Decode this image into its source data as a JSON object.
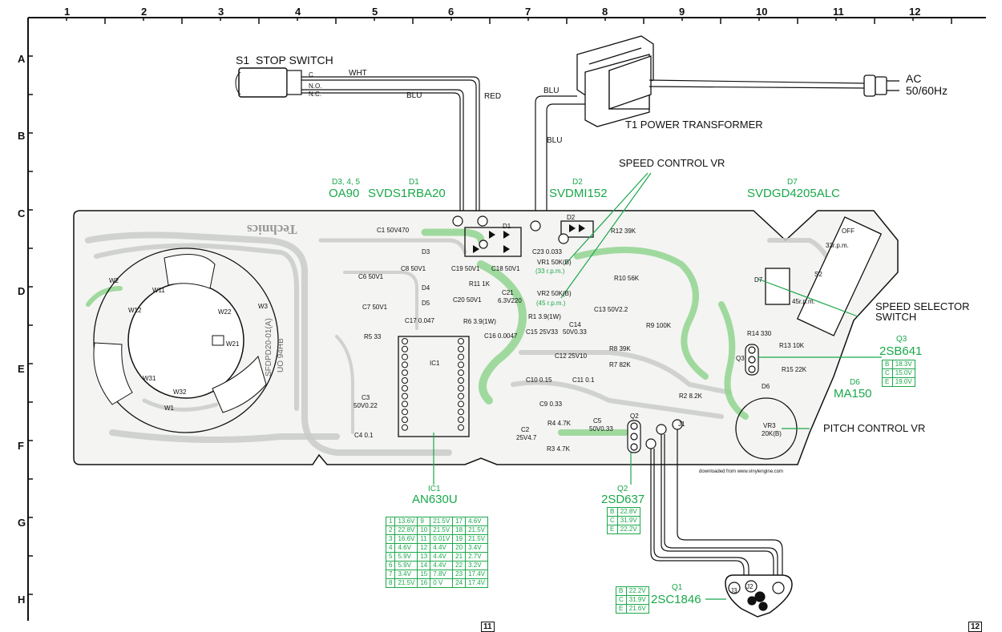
{
  "grid": {
    "columns": [
      "1",
      "2",
      "3",
      "4",
      "5",
      "6",
      "7",
      "8",
      "9",
      "10",
      "11",
      "12"
    ],
    "rows": [
      "A",
      "B",
      "C",
      "D",
      "E",
      "F",
      "G",
      "H"
    ]
  },
  "labels": {
    "s1": "S1",
    "stop_switch": "STOP SWITCH",
    "wht": "WHT",
    "blu": "BLU",
    "red": "RED",
    "blu2": "BLU",
    "blu3": "BLU",
    "sw_c": "C",
    "sw_no": "N.O.",
    "sw_nc": "N.C.",
    "ac": "AC",
    "ac_freq": "50/60Hz",
    "t1": "T1  POWER TRANSFORMER",
    "speed_control_vr": "SPEED CONTROL VR",
    "speed_selector_1": "SPEED SELECTOR",
    "speed_selector_2": "SWITCH",
    "pitch_control_vr": "PITCH CONTROL VR",
    "downloaded": "downloaded from www.vinylengine.com",
    "technics": "Technics",
    "pcb_code": "SFDPD20-01(A)",
    "pcb_ul": "UO 94HB",
    "page_11": "11",
    "page_12": "12"
  },
  "components_text": {
    "s2": "S2",
    "off": "OFF",
    "r33": "33r.p.m.",
    "r45": "45r.p.m.",
    "c1": "C1  50V470",
    "c8": "C8  50V1",
    "c6": "C6  50V1",
    "c7": "C7  50V1",
    "c19": "C19  50V1",
    "c18": "C18  50V1",
    "c20": "C20  50V1",
    "c21": "C21",
    "c21v": "6.3V220",
    "c17": "C17  0.047",
    "c16": "C16  0.0047",
    "c15": "C15  25V33",
    "c14": "C14",
    "c14v": "50V0.33",
    "c13": "C13  50V2.2",
    "c12": "C12  25V10",
    "c10": "C10  0.15",
    "c11": "C11  0.1",
    "c9": "C9  0.33",
    "c2": "C2",
    "c2v": "25V4.7",
    "c5": "C5",
    "c5v": "50V0.33",
    "c3": "C3",
    "c3v": "50V0.22",
    "c4": "C4  0.1",
    "c23": "C23  0.033",
    "r1": "R1  3.9(1W)",
    "r6": "R6  3.9(1W)",
    "r11": "R11  1K",
    "r5": "R5  33",
    "r12": "R12  39K",
    "r10": "R10  56K",
    "r9": "R9  100K",
    "r8": "R8  39K",
    "r7": "R7  82K",
    "r4": "R4  4.7K",
    "r3": "R3  4.7K",
    "r2": "R2  8.2K",
    "r14": "R14  330",
    "r13": "R13  10K",
    "r15": "R15  22K",
    "vr1": "VR1  50K(B)",
    "vr1s": "(33 r.p.m.)",
    "vr2": "VR2  50K(B)",
    "vr2s": "(45 r.p.m.)",
    "vr3": "VR3",
    "vr3v": "20K(B)",
    "d1": "D1",
    "d2": "D2",
    "d3": "D3",
    "d4": "D4",
    "d5": "D5",
    "d6": "D6",
    "d7": "D7",
    "q2": "Q2",
    "q3": "Q3",
    "ic1": "IC1",
    "w1": "W1",
    "w2": "W2",
    "w3": "W3",
    "w11": "W11",
    "w12": "W12",
    "w21": "W21",
    "w22": "W22",
    "w31": "W31",
    "w32": "W32",
    "j1": "J1",
    "j2": "J2",
    "j3": "J3"
  },
  "part_callouts": {
    "d345_ref": "D3, 4, 5",
    "d345": "OA90",
    "d1_ref": "D1",
    "d1": "SVDS1RBA20",
    "d2_ref": "D2",
    "d2": "SVDMI152",
    "d7_ref": "D7",
    "d7": "SVDGD4205ALC",
    "q3_ref": "Q3",
    "q3": "2SB641",
    "d6_ref": "D6",
    "d6": "MA150",
    "ic1_ref": "IC1",
    "ic1": "AN630U",
    "q2_ref": "Q2",
    "q2": "2SD637",
    "q1_ref": "Q1",
    "q1": "2SC1846"
  },
  "voltage_tables": {
    "q3": [
      [
        "B",
        "18.3V"
      ],
      [
        "C",
        "15.0V"
      ],
      [
        "E",
        "19.0V"
      ]
    ],
    "q2": [
      [
        "B",
        "22.8V"
      ],
      [
        "C",
        "31.9V"
      ],
      [
        "E",
        "22.2V"
      ]
    ],
    "q1": [
      [
        "B",
        "22.2V"
      ],
      [
        "C",
        "31.9V"
      ],
      [
        "E",
        "21.6V"
      ]
    ],
    "ic1": [
      [
        "1",
        "13.6V",
        "9",
        "21.5V",
        "17",
        "4.6V"
      ],
      [
        "2",
        "22.8V",
        "10",
        "21.5V",
        "18",
        "21.5V"
      ],
      [
        "3",
        "16.6V",
        "11",
        "0.01V",
        "19",
        "21.5V"
      ],
      [
        "4",
        "4.6V",
        "12",
        "4.4V",
        "20",
        "3.4V"
      ],
      [
        "5",
        "5.9V",
        "13",
        "4.4V",
        "21",
        "2.7V"
      ],
      [
        "6",
        "5.9V",
        "14",
        "4.4V",
        "22",
        "3.2V"
      ],
      [
        "7",
        "3.4V",
        "15",
        "7.8V",
        "23",
        "17.4V"
      ],
      [
        "8",
        "21.5V",
        "16",
        "0 V",
        "24",
        "17.4V"
      ]
    ]
  },
  "colors": {
    "trace_green": "#1aa84a",
    "board_grey": "#c9cbc9",
    "copper_green": "#8fd48f",
    "ink": "#111111"
  }
}
